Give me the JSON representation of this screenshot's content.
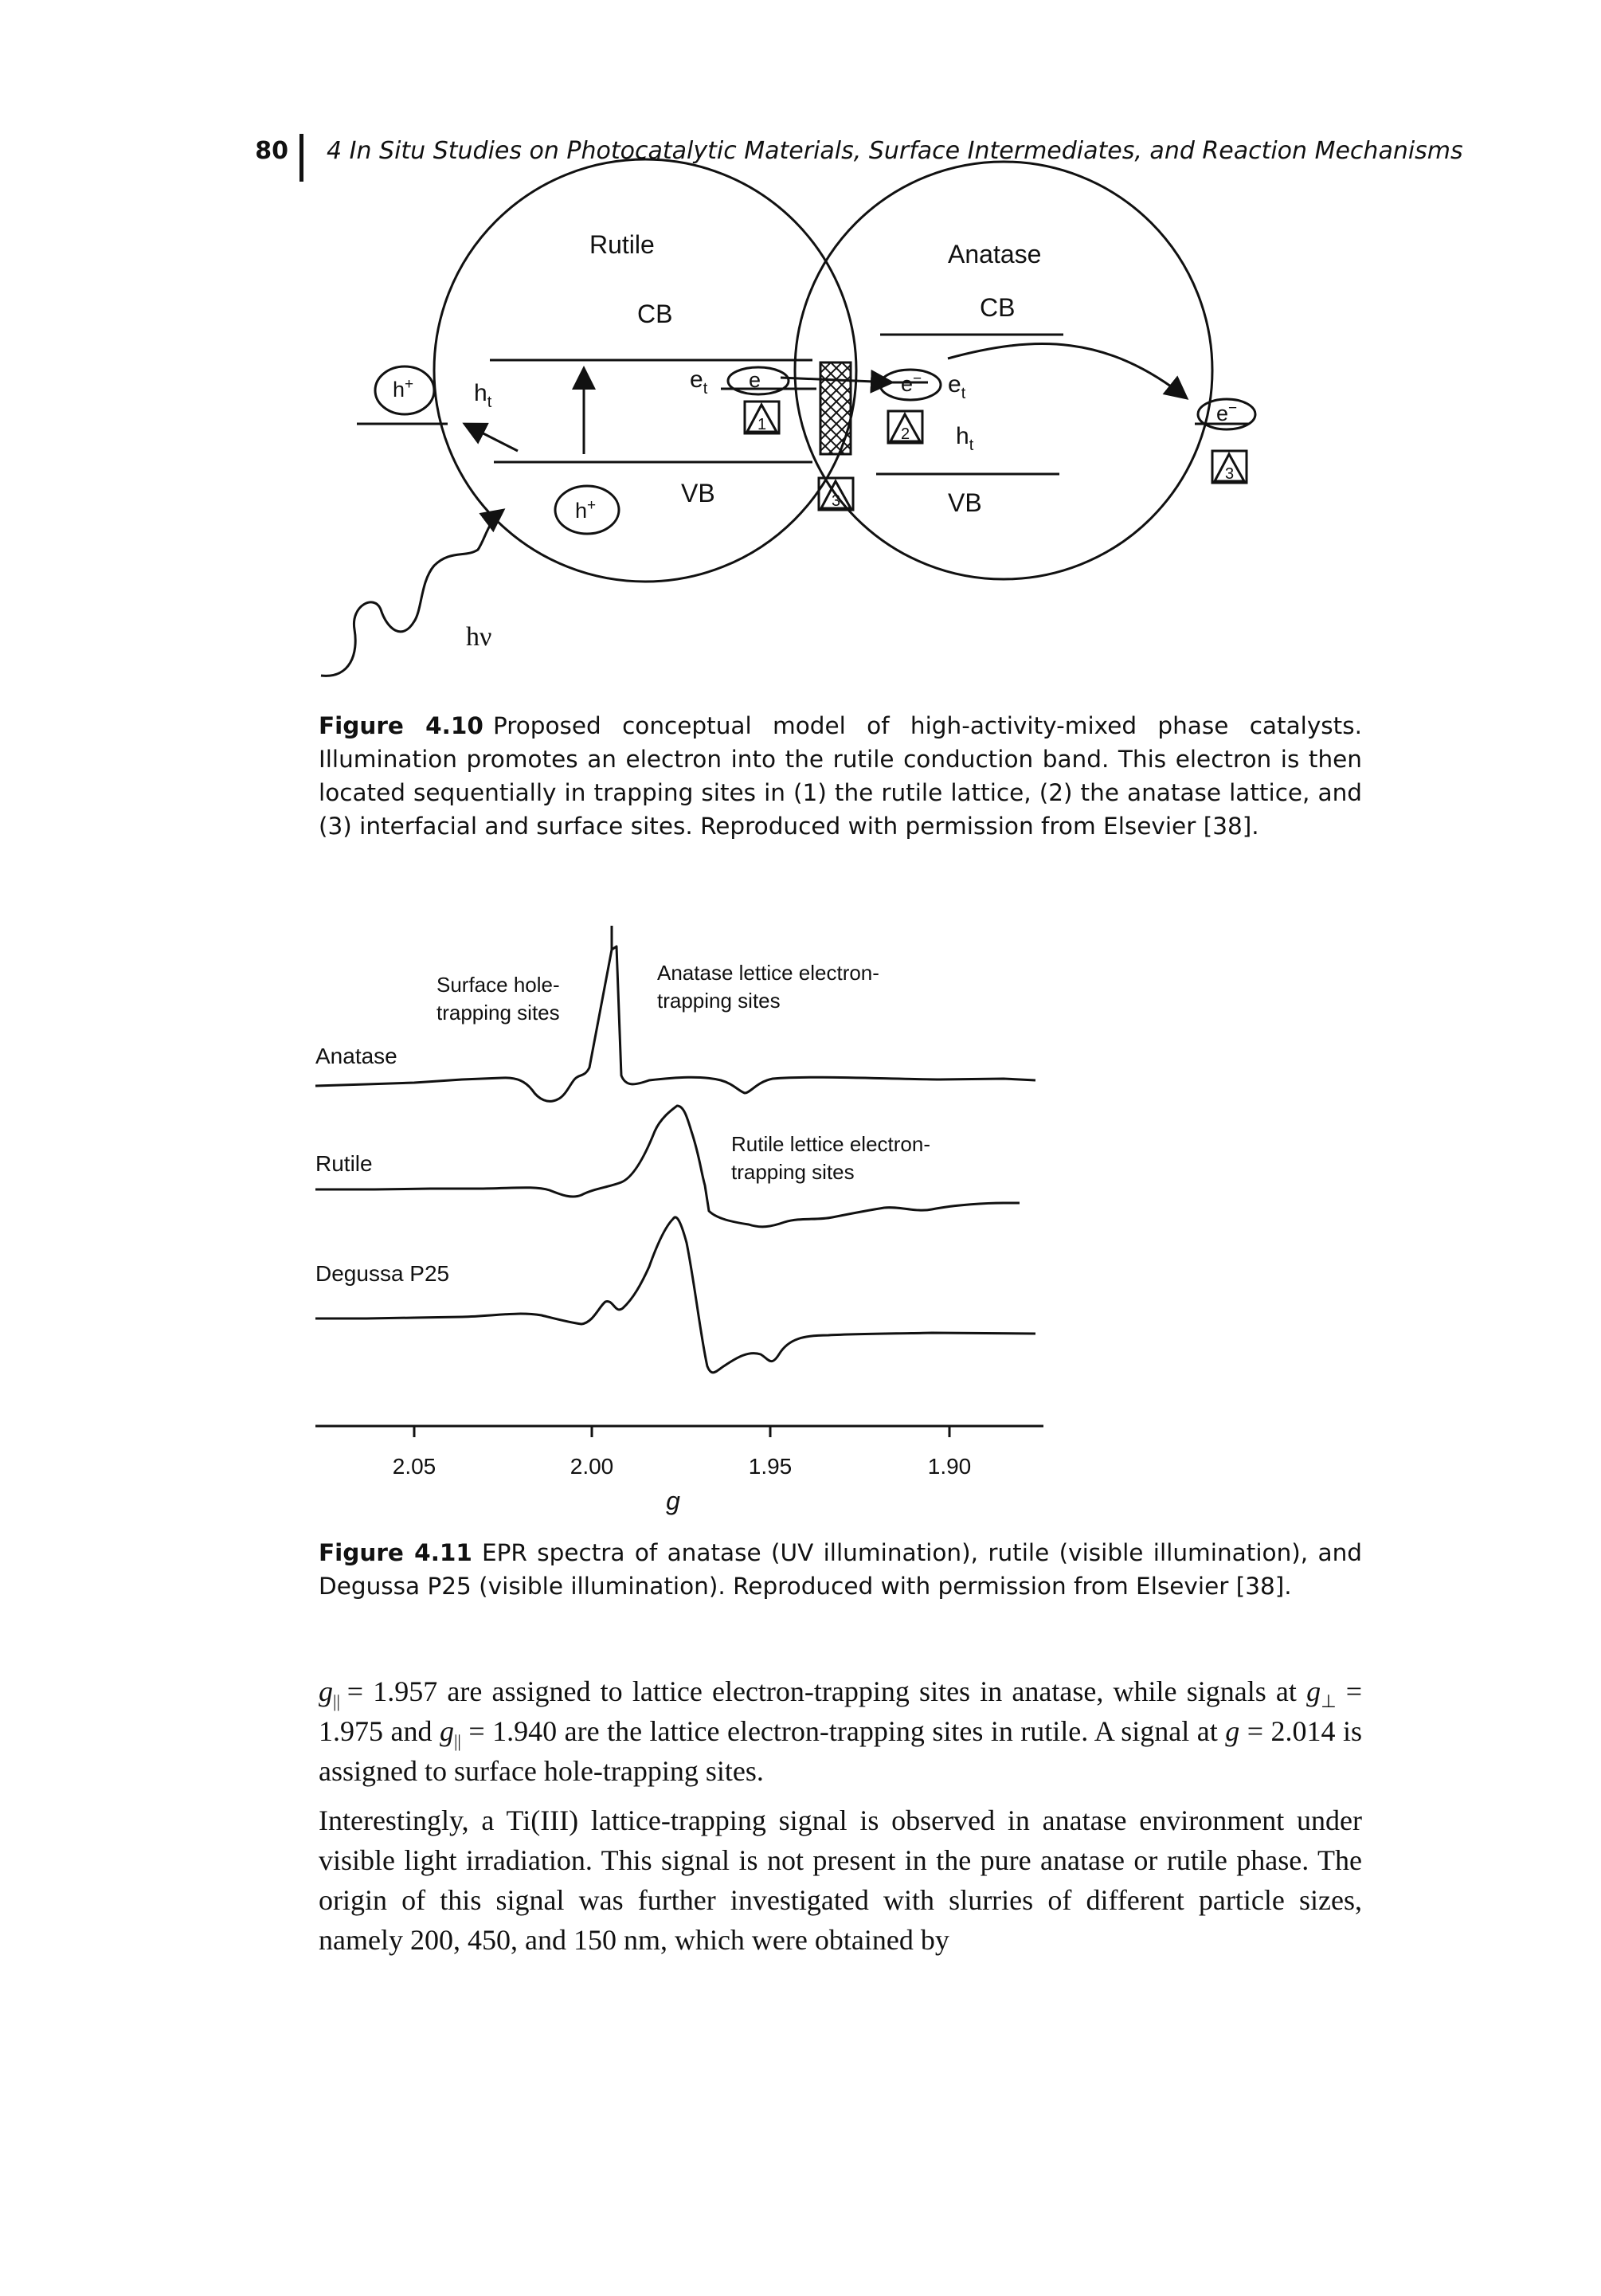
{
  "header": {
    "page_number": "80",
    "running_title": "4 In Situ Studies on Photocatalytic Materials, Surface Intermediates, and Reaction Mechanisms"
  },
  "figure_10": {
    "rutile_label": "Rutile",
    "anatase_label": "Anatase",
    "cb_left": "CB",
    "cb_right": "CB",
    "vb_left": "VB",
    "vb_right": "VB",
    "hole": "h",
    "hole_charge": "+",
    "electron": "e",
    "electron_charge": "−",
    "trapped_e": "e",
    "trapped_h": "h",
    "sub_t": "t",
    "site_1": "1",
    "site_2": "2",
    "site_3": "3",
    "hv": "hν",
    "caption_label": "Figure 4.10",
    "caption_text": "Proposed conceptual model of high-activity-mixed phase catalysts. Illumination promotes an electron into the rutile conduction band. This electron is then located sequentially in trapping sites in (1) the rutile lattice, (2) the anatase lattice, and (3) interfacial and surface sites. Reproduced with permission from Elsevier [38]."
  },
  "figure_11": {
    "caption_label": "Figure 4.11",
    "caption_text": "EPR spectra of anatase (UV illumination), rutile (visible illumination), and Degussa P25 (visible illumination). Reproduced with permission from Elsevier [38].",
    "chart_data": {
      "type": "line",
      "xlabel": "g",
      "x_ticks": [
        "2.05",
        "2.00",
        "1.95",
        "1.90"
      ],
      "x_axis_reversed": true,
      "series": [
        {
          "name": "Anatase"
        },
        {
          "name": "Rutile"
        },
        {
          "name": "Degussa P25"
        }
      ],
      "annotations": [
        "Surface hole-trapping sites",
        "Anatase lettice electron-trapping sites",
        "Rutile lettice electron-trapping sites"
      ]
    },
    "annotation_lines": {
      "surface": [
        "Surface hole-",
        "trapping sites"
      ],
      "anatase_sites": [
        "Anatase lettice electron-",
        "trapping sites"
      ],
      "rutile_sites": [
        "Rutile lettice electron-",
        "trapping sites"
      ]
    }
  },
  "body": {
    "p1_a": "g",
    "p1_b": "|| ",
    "p1_c": "= 1.957 are assigned to lattice electron-trapping sites in anatase, while signals at ",
    "p1_d": "g",
    "p1_e": "⊥",
    "p1_f": " = 1.975 and ",
    "p1_g": "g",
    "p1_h": "||",
    "p1_i": " = 1.940 are the lattice electron-trapping sites in rutile. A signal at ",
    "p1_j": "g",
    "p1_k": " = 2.014 is assigned to surface hole-trapping sites.",
    "p2": "Interestingly, a Ti(III) lattice-trapping signal is observed in anatase environment under visible light irradiation. This signal is not present in the pure anatase or rutile phase. The origin of this signal was further investigated with slurries of different particle sizes, namely 200, 450, and 150 nm, which were obtained by"
  }
}
